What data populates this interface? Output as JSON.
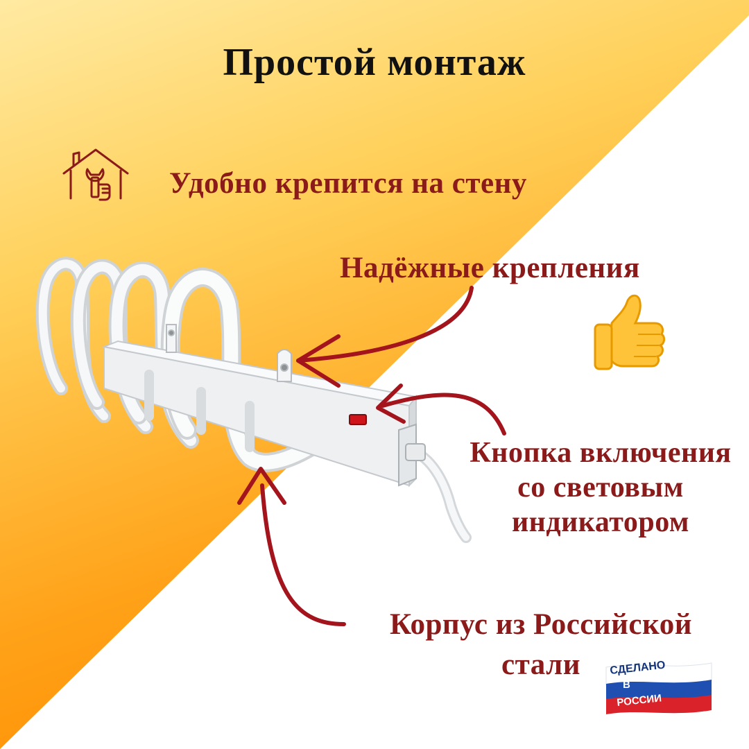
{
  "title": "Простой монтаж",
  "features": {
    "wall": "Удобно крепится на стену",
    "mounts": "Надёжные крепления",
    "button_lines": [
      "Кнопка включения",
      "со световым",
      "индикатором"
    ],
    "body_lines": [
      "Корпус из Российской",
      "стали"
    ]
  },
  "badge": {
    "line1": "СДЕЛАНО",
    "line2": "В",
    "line3": "РОССИИ"
  },
  "icons": {
    "house": "house-wrench-icon",
    "thumb": "thumbs-up-icon",
    "badge": "made-in-russia-badge"
  },
  "colors": {
    "accent_text": "#8b1a1a",
    "title_text": "#111111",
    "gradient_top": "#ffe9a0",
    "gradient_bottom": "#ff9500",
    "arrow": "#a3141c"
  }
}
